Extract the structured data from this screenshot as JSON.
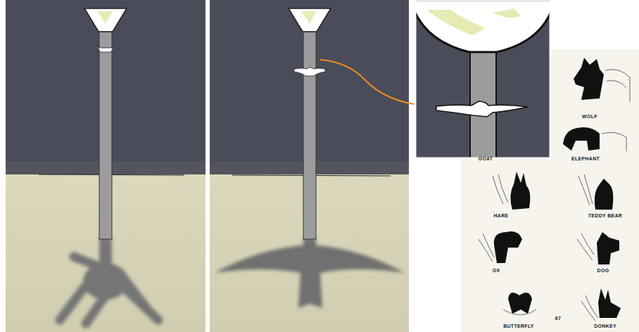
{
  "diagram": {
    "labels": [
      "WOLF",
      "GOAT",
      "ELEPHANT",
      "HARE",
      "TEDDY BEAR",
      "OX",
      "DOG",
      "67",
      "BUTTERFLY",
      "DONKEY"
    ]
  }
}
